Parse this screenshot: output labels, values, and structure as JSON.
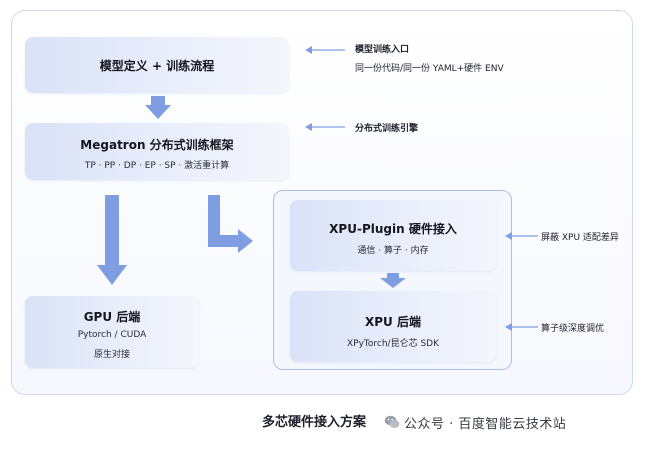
{
  "diagram": {
    "boxes": {
      "model_def": {
        "title": "模型定义 + 训练流程"
      },
      "megatron": {
        "title": "Megatron 分布式训练框架",
        "subtitle": "TP · PP · DP · EP · SP · 激活重计算"
      },
      "gpu": {
        "title": "GPU 后端",
        "line1": "Pytorch / CUDA",
        "line2": "原生对接"
      },
      "xpu_plugin": {
        "title": "XPU-Plugin 硬件接入",
        "subtitle": "通信 · 算子 · 内存"
      },
      "xpu_backend": {
        "title": "XPU 后端",
        "subtitle": "XPyTorch/昆仑芯 SDK"
      }
    },
    "notes": {
      "entry_title": "模型训练入口",
      "entry_sub": "同一份代码/同一份 YAML+硬件 ENV",
      "engine": "分布式训练引擎",
      "mask": "屏蔽 XPU 适配差异",
      "tuning": "算子级深度调优"
    },
    "footer_title": "多芯硬件接入方案"
  },
  "watermark": {
    "text": "公众号 · 百度智能云技术站",
    "icon": "wechat-icon"
  },
  "colors": {
    "arrow": "#7f9ee2",
    "box_start": "#d9e2f7",
    "border": "#a9bde6"
  }
}
